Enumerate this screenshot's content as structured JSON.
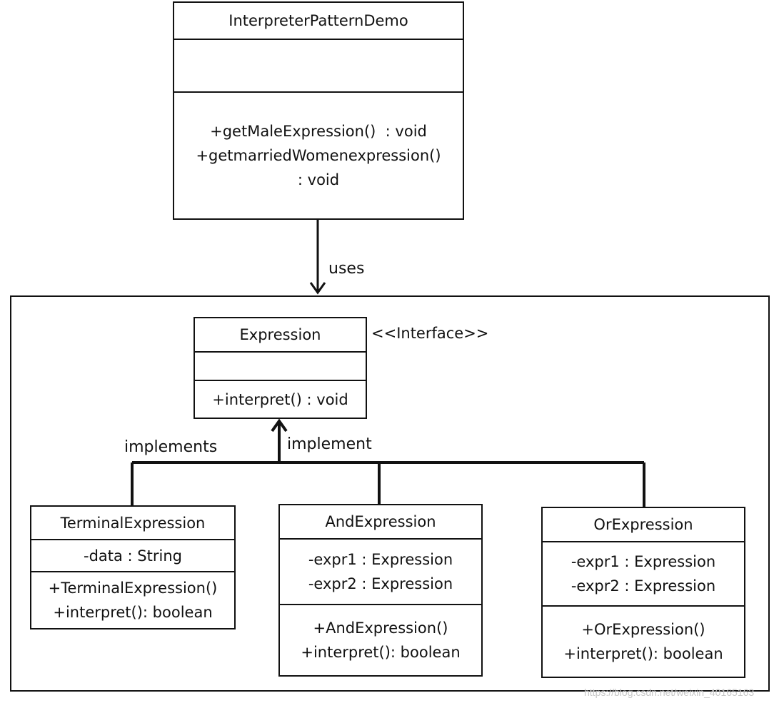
{
  "classes": {
    "demo": {
      "name": "InterpreterPatternDemo",
      "attributes": [],
      "methods": [
        "+getMaleExpression()  : void",
        "+getmarriedWomenexpression()",
        ": void"
      ]
    },
    "expression": {
      "name": "Expression",
      "stereotype": "<<Interface>>",
      "attributes": [],
      "methods": [
        "+interpret() : void"
      ]
    },
    "terminal": {
      "name": "TerminalExpression",
      "attributes": [
        "-data : String"
      ],
      "methods": [
        "+TerminalExpression()",
        "+interpret(): boolean"
      ]
    },
    "and": {
      "name": "AndExpression",
      "attributes": [
        "-expr1 : Expression",
        "-expr2 : Expression"
      ],
      "methods": [
        "+AndExpression()",
        "+interpret(): boolean"
      ]
    },
    "or": {
      "name": "OrExpression",
      "attributes": [
        "-expr1 : Expression",
        "-expr2 : Expression"
      ],
      "methods": [
        "+OrExpression()",
        "+interpret(): boolean"
      ]
    }
  },
  "relations": {
    "uses_label": "uses",
    "implements_label": "implements",
    "implement_label": "implement"
  },
  "watermark": "https://blog.csdn.net/weixin_40165163"
}
